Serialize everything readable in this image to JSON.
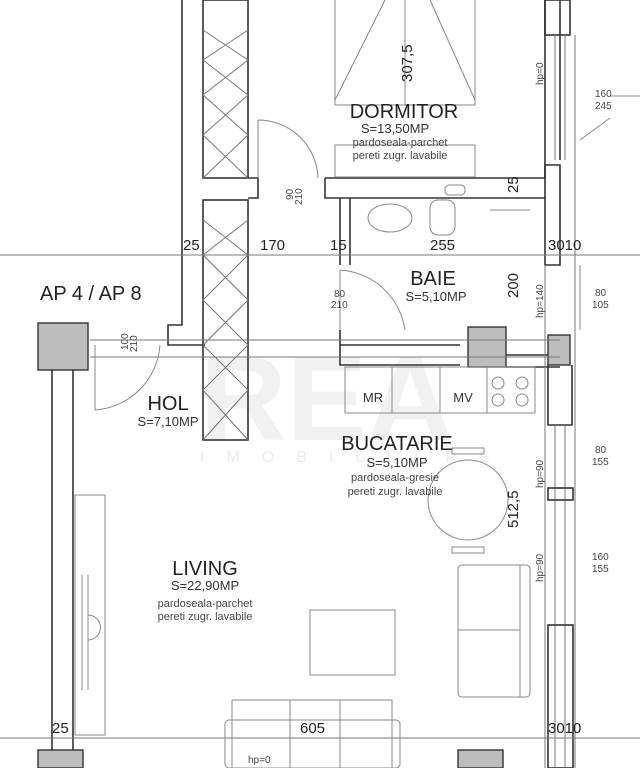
{
  "plan": {
    "title": "AP 4 / AP 8",
    "watermark": "REA",
    "watermark_sub": "IMOBILIARE"
  },
  "rooms": {
    "dormitor": {
      "name": "DORMITOR",
      "area": "S=13,50MP",
      "floor": "pardoseala-parchet",
      "walls": "pereti zugr. lavabile"
    },
    "baie": {
      "name": "BAIE",
      "area": "S=5,10MP"
    },
    "hol": {
      "name": "HOL",
      "area": "S=7,10MP"
    },
    "bucatarie": {
      "name": "BUCATARIE",
      "area": "S=5,10MP",
      "floor": "pardoseala-gresie",
      "walls": "pereti zugr. lavabile",
      "appliance_1": "MR",
      "appliance_2": "MV"
    },
    "living": {
      "name": "LIVING",
      "area": "S=22,90MP",
      "floor": "pardoseala-parchet",
      "walls": "pereti zugr. lavabile"
    }
  },
  "dimensions": {
    "d_307": "307,5",
    "d_25a": "25",
    "d_170": "170",
    "d_15": "15",
    "d_255": "255",
    "d_3010a": "3010",
    "d_25b": "25",
    "d_200": "200",
    "d_5125": "512,5",
    "d_25c": "25",
    "d_605": "605",
    "d_3010b": "3010"
  },
  "openings": {
    "door_dormitor": [
      "90",
      "210"
    ],
    "door_baie": [
      "80",
      "210"
    ],
    "door_entry": [
      "100",
      "210"
    ],
    "win_1": [
      "160",
      "245"
    ],
    "win_2": [
      "80",
      "105"
    ],
    "win_3": [
      "80",
      "155"
    ],
    "win_4": [
      "160",
      "155"
    ],
    "hp_1": "hp=0",
    "hp_2": "hp=140",
    "hp_3": "hp=90",
    "hp_4": "hp=90",
    "hp_5": "hp=0"
  }
}
